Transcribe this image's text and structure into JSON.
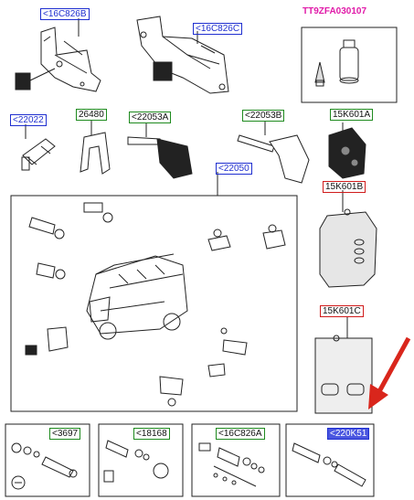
{
  "labels": {
    "l16C826B": "<16C826B",
    "l16C826C": "<16C826C",
    "kitRef": "TT9ZFA030107",
    "l22022": "<22022",
    "l26480": "26480",
    "l22053A": "<22053A",
    "l22053B": "<22053B",
    "l15K601A": "15K601A",
    "l22050": "<22050",
    "l15K601B": "15K601B",
    "l15K601C": "15K601C",
    "l3697": "<3697",
    "l18168": "<18168",
    "l16C826A": "<16C826A",
    "l220K51": "<220K51"
  },
  "colors": {
    "blueFrame": "#1f2fd0",
    "greenFrame": "#1e8a1e",
    "redFrame": "#d01b1b",
    "magentaText": "#e01aa8",
    "arrow": "#d9261c"
  }
}
